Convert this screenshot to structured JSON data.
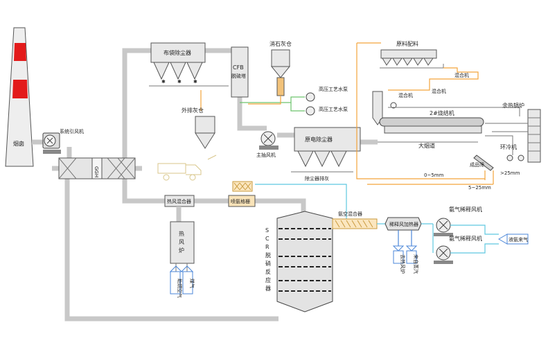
{
  "labels": {
    "chimney": "烟囱",
    "booster_fan": "系统引风机",
    "ggh": "GGH",
    "bag_filter": "布袋除尘器",
    "cfb_tower": "CFB\n脱硫塔",
    "lime_silo": "消石灰仓",
    "hp_water_pump_1": "高压工艺水泵",
    "hp_water_pump_2": "高压工艺水泵",
    "ash_silo": "外排灰仓",
    "main_fan": "主抽风机",
    "esp": "原电除尘器",
    "esp_ash": "除尘器排灰",
    "raw_material": "原料配料",
    "mixer_1": "混合机",
    "mixer_2": "混合机",
    "mixer_3": "混合机",
    "sinter_machine": "2#烧结机",
    "big_flue": "大烟道",
    "waste_heat_boiler": "余热锅炉",
    "ring_cooler": "环冷机",
    "finished_screen": "成品筛",
    "size_0_5": "0~5mm",
    "size_5_25": "5~25mm",
    "size_gt25": ">25mm",
    "hot_air_mixer": "热风混合器",
    "hot_stove": "热\n风\n炉",
    "fuel_gas": "煤气",
    "comb_air": "助燃空气",
    "ammonia_grid": "喷氨格栅",
    "scr": "SCR\n脱\n硝\n反\n应\n器",
    "ammonia_air_mixer": "氨空混合器",
    "dilution_heater": "稀释风加热器",
    "dilution_fan_1": "氨气稀释风机",
    "dilution_fan_2": "氨气稀释风机",
    "to_air_left": "去热风炉",
    "to_air_right": "来自蒸汽",
    "ammonia_in": "液氨来气"
  }
}
